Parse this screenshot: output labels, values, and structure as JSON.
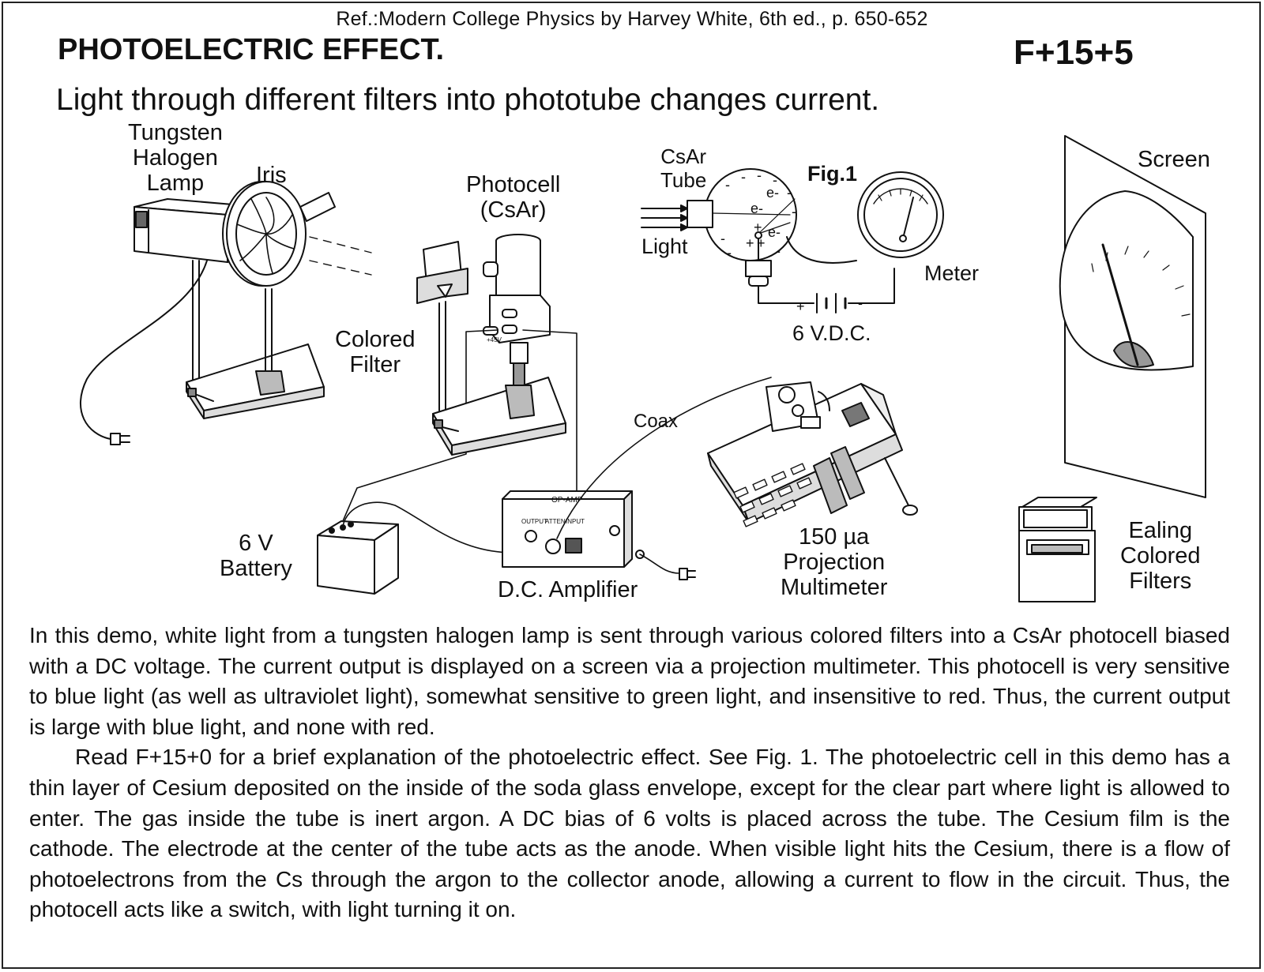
{
  "header": {
    "reference": "Ref.:Modern College Physics by Harvey White, 6th ed., p. 650-652",
    "title": "PHOTOELECTRIC EFFECT.",
    "code": "F+15+5",
    "subtitle": "Light through different filters into phototube changes current."
  },
  "labels": {
    "lamp": [
      "Tungsten",
      "Halogen",
      "Lamp"
    ],
    "iris": "Iris",
    "photocell": [
      "Photocell",
      "(CsAr)"
    ],
    "colored_filter": [
      "Colored",
      "Filter"
    ],
    "csar_tube": [
      "CsAr",
      "Tube"
    ],
    "fig": "Fig.1",
    "light": "Light",
    "meter": "Meter",
    "vdc": "6 V.D.C.",
    "screen": "Screen",
    "coax": "Coax",
    "battery": [
      "6 V",
      "Battery"
    ],
    "amplifier": "D.C. Amplifier",
    "multimeter": [
      "150 µa",
      "Projection",
      "Multimeter"
    ],
    "ealing": [
      "Ealing",
      "Colored",
      "Filters"
    ],
    "op_amp": "OP-AMP",
    "amp_output": "OUTPUT",
    "amp_atten": "ATTEN",
    "amp_input": "INPUT",
    "bias_label": "+45V",
    "electron": "e-",
    "plus": "+",
    "minus": "-"
  },
  "description": {
    "paragraph1": "In this demo, white light from a tungsten halogen lamp is sent through various colored filters into a CsAr photocell biased with a DC voltage. The current output is displayed on a screen via a projection multimeter. This photocell is very sensitive to blue light (as well as ultraviolet light), somewhat sensitive to green light, and insensitive to red.  Thus, the current output is large with blue light, and none with red.",
    "paragraph2": "Read F+15+0 for a brief explanation of the photoelectric effect. See Fig. 1. The photoelectric cell in this demo has a thin layer of Cesium deposited on the inside of the soda glass envelope, except for the clear part where light is allowed to enter. The gas inside the tube is inert argon. A DC bias of 6 volts is placed across the tube. The Cesium film is the cathode. The electrode at the center of the tube acts as the anode. When visible light hits the Cesium, there is a flow of photoelectrons from the Cs through the argon to the collector anode, allowing a current to flow in the circuit. Thus, the photocell acts like a switch, with light turning it on."
  }
}
